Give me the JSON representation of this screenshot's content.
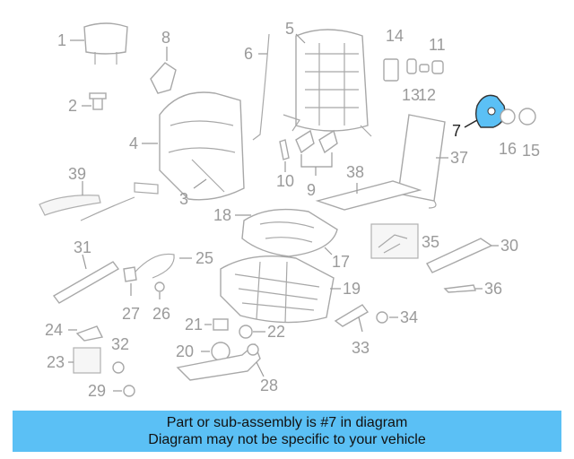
{
  "diagram": {
    "highlight_color": "#5bc0f5",
    "highlight_part": "7",
    "labels": {
      "p1": "1",
      "p2": "2",
      "p3": "3",
      "p4": "4",
      "p5": "5",
      "p6": "6",
      "p7": "7",
      "p8": "8",
      "p9": "9",
      "p10": "10",
      "p11": "11",
      "p12": "12",
      "p13": "13",
      "p14": "14",
      "p15": "15",
      "p16": "16",
      "p17": "17",
      "p18": "18",
      "p19": "19",
      "p20": "20",
      "p21": "21",
      "p22": "22",
      "p23": "23",
      "p24": "24",
      "p25": "25",
      "p26": "26",
      "p27": "27",
      "p28": "28",
      "p29": "29",
      "p30": "30",
      "p31": "31",
      "p32": "32",
      "p33": "33",
      "p34": "34",
      "p35": "35",
      "p36": "36",
      "p37": "37",
      "p38": "38",
      "p39": "39"
    }
  },
  "banner": {
    "line1": "Part or sub-assembly is #7 in diagram",
    "line2": "Diagram may not be specific to your vehicle"
  }
}
